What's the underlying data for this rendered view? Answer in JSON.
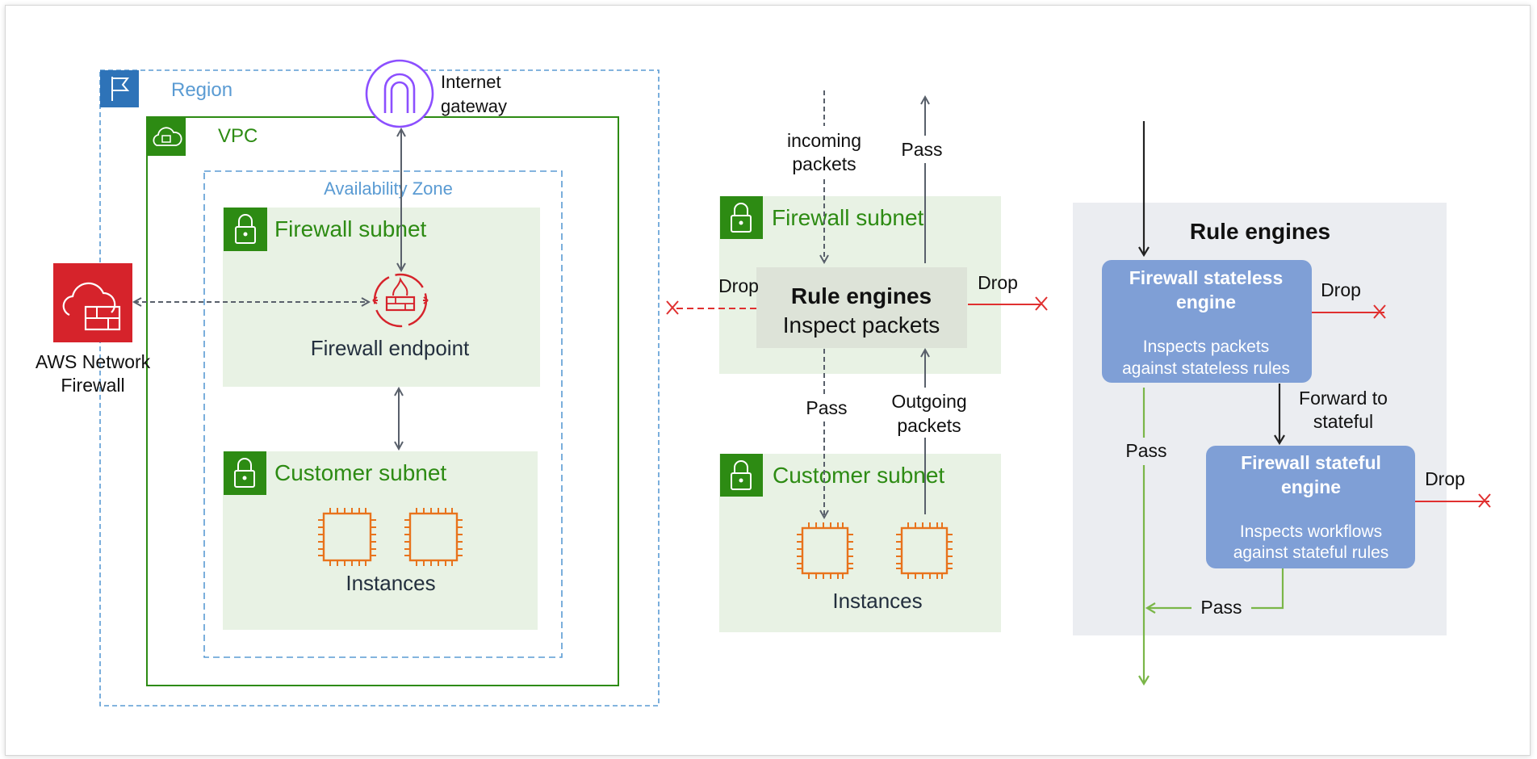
{
  "colors": {
    "region": "#5a9bd3",
    "vpc": "#2d8b13",
    "subnet_fill": "#e8f2e4",
    "subnet_text": "#2d8b13",
    "arrow_gray": "#59606b",
    "drop_red": "#e03030",
    "pass_green": "#7ab648",
    "engine_fill": "#7f9fd6",
    "rule_panel": "#ebedf1",
    "firewall_red": "#d6232b",
    "instance_orange": "#e8731c",
    "igw_purple": "#8c4fff"
  },
  "left": {
    "region_label": "Region",
    "vpc_label": "VPC",
    "az_label": "Availability Zone",
    "igw_label_line1": "Internet",
    "igw_label_line2": "gateway",
    "firewall_subnet": "Firewall subnet",
    "firewall_endpoint": "Firewall endpoint",
    "customer_subnet": "Customer subnet",
    "instances": "Instances",
    "nfw_label_line1": "AWS Network",
    "nfw_label_line2": "Firewall"
  },
  "middle": {
    "incoming_line1": "incoming",
    "incoming_line2": "packets",
    "pass_top": "Pass",
    "firewall_subnet": "Firewall subnet",
    "rule_engines_title": "Rule engines",
    "rule_engines_sub": "Inspect packets",
    "drop_left": "Drop",
    "drop_right": "Drop",
    "pass_bottom": "Pass",
    "outgoing_line1": "Outgoing",
    "outgoing_line2": "packets",
    "customer_subnet": "Customer subnet",
    "instances": "Instances"
  },
  "right": {
    "title": "Rule engines",
    "stateless_title_line1": "Firewall stateless",
    "stateless_title_line2": "engine",
    "stateless_desc_line1": "Inspects packets",
    "stateless_desc_line2": "against stateless rules",
    "drop_stateless": "Drop",
    "forward_line1": "Forward to",
    "forward_line2": "stateful",
    "pass_left": "Pass",
    "stateful_title_line1": "Firewall stateful",
    "stateful_title_line2": "engine",
    "stateful_desc_line1": "Inspects workflows",
    "stateful_desc_line2": "against stateful rules",
    "drop_stateful": "Drop",
    "pass_bottom": "Pass"
  }
}
